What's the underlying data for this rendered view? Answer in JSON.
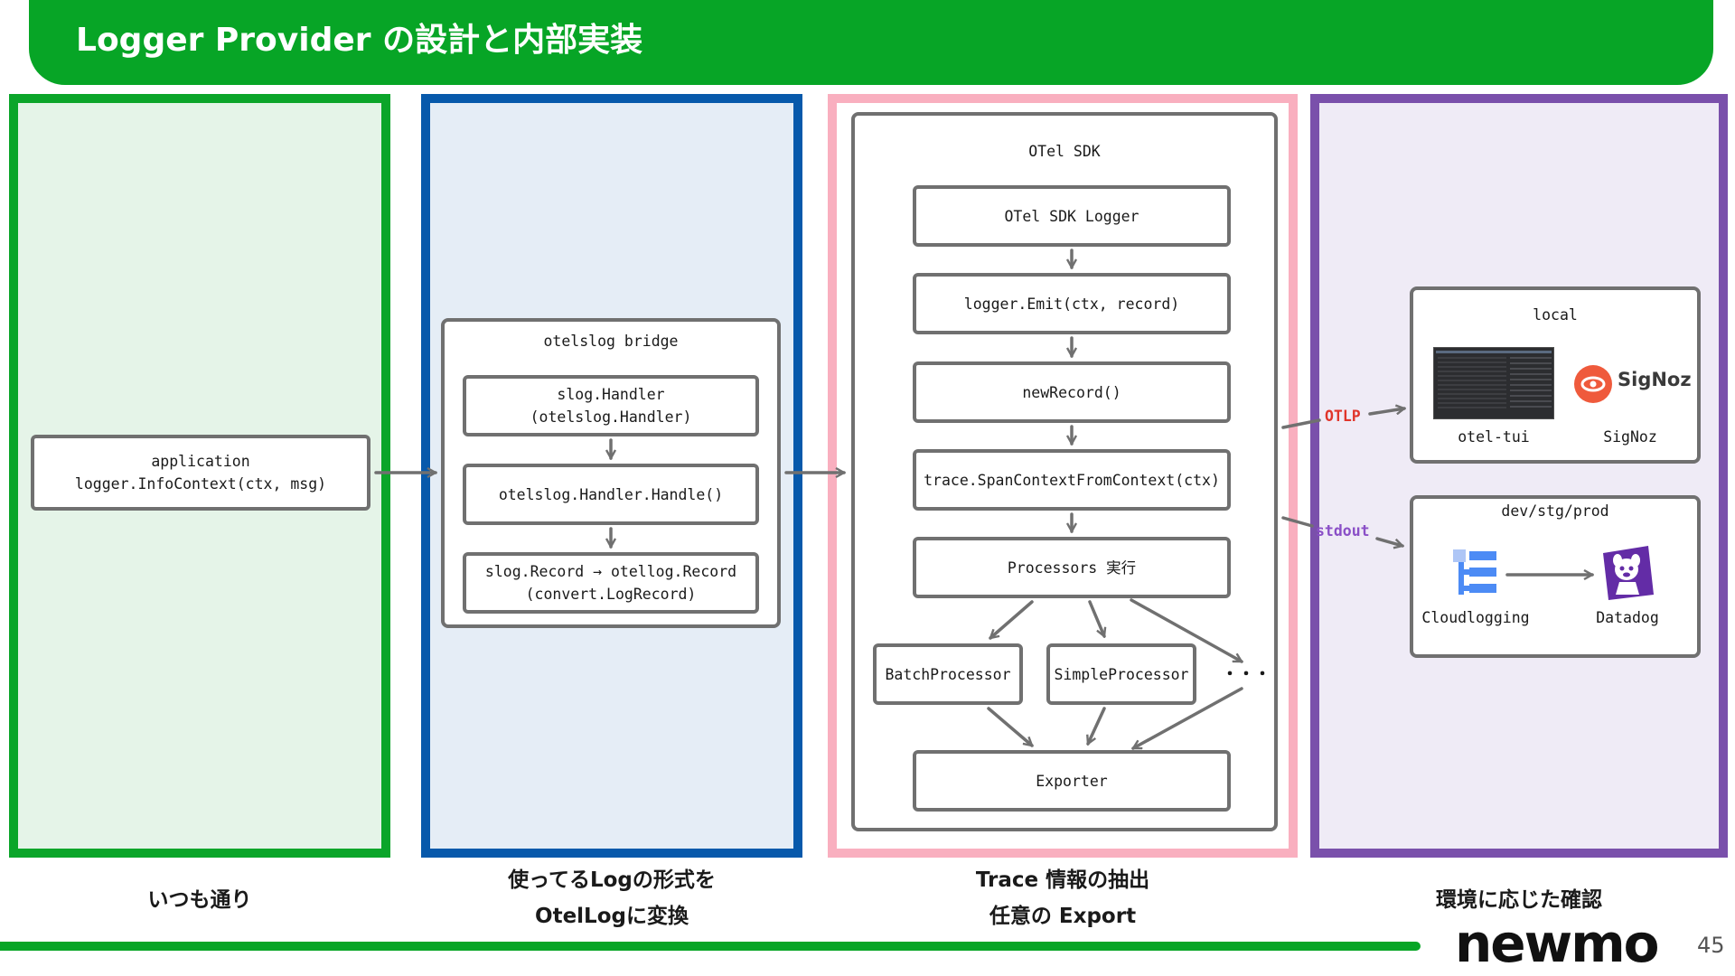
{
  "slide": {
    "title": "Logger Provider の設計と内部実装",
    "page_number": "45",
    "logo": "newmo"
  },
  "colors": {
    "brand_green": "#07a526",
    "panel_green": "#0ba52a",
    "panel_blue": "#0759ab",
    "panel_pink": "#f9afbf",
    "panel_purple": "#7a50ab",
    "otlp_red": "#e0352b",
    "stdout_purple": "#8a4fc7"
  },
  "panels": {
    "app": {
      "caption": "いつも通り",
      "node": [
        "application",
        "logger.InfoContext(ctx, msg)"
      ]
    },
    "bridge": {
      "caption_lines": [
        "使ってるLogの形式を",
        "OtelLogに変換"
      ],
      "group_title": "otelslog bridge",
      "steps": [
        [
          "slog.Handler",
          "(otelslog.Handler)"
        ],
        [
          "otelslog.Handler.Handle()"
        ],
        [
          "slog.Record → otellog.Record",
          "(convert.LogRecord)"
        ]
      ]
    },
    "sdk": {
      "caption_lines": [
        "Trace 情報の抽出",
        "任意の Export"
      ],
      "group_title": "OTel SDK",
      "steps": [
        "OTel SDK Logger",
        "logger.Emit(ctx, record)",
        "newRecord()",
        "trace.SpanContextFromContext(ctx)",
        "Processors 実行"
      ],
      "processors": [
        "BatchProcessor",
        "SimpleProcessor"
      ],
      "ellipsis": "・・・",
      "exporter": "Exporter"
    },
    "backend": {
      "caption": "環境に応じた確認",
      "otlp_label": "OTLP",
      "stdout_label": "stdout",
      "local": {
        "title": "local",
        "items": [
          "otel-tui",
          "SigNoz"
        ],
        "signoz_wordmark": "SigNoz"
      },
      "remote": {
        "title": "dev/stg/prod",
        "items": [
          "Cloudlogging",
          "Datadog"
        ]
      }
    }
  }
}
